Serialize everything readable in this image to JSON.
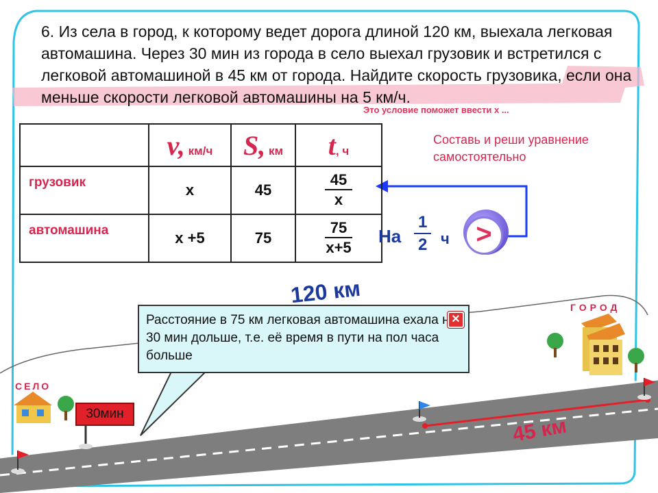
{
  "problem": {
    "number": "6.",
    "text_main": "Из села в город, к которому ведет дорога длиной 120 км, выехала легковая автомашина. Через 30 мин из города в село выехал грузовик и встретился с легковой автомашиной в 45 км от города. Найдите ",
    "text_highlight_1": "скорость",
    "text_highlight_2": "грузовика, если она меньше скорости легковой автомашины на 5 км/ч."
  },
  "hint_small": "Это условие поможет ввести  х ...",
  "instruction": "Составь и реши уравнение самостоятельно",
  "table": {
    "headers": [
      {
        "symbol": "v,",
        "unit": " км/ч"
      },
      {
        "symbol": "S,",
        "unit": " км"
      },
      {
        "symbol": "t",
        "unit": ", ч"
      }
    ],
    "rows": [
      {
        "label": "грузовик",
        "v": "х",
        "s": "45",
        "t_num": "45",
        "t_den": "х"
      },
      {
        "label": "автомашина",
        "v": "х +5",
        "s": "75",
        "t_num": "75",
        "t_den": "х+5"
      }
    ]
  },
  "comparison": {
    "prefix": "На",
    "frac_num": "1",
    "frac_den": "2",
    "suffix": "ч",
    "button_label": ">"
  },
  "road": {
    "total_distance": "120 км",
    "partial_distance": "45 км",
    "village_label": "СЕЛО",
    "city_label": "ГОРОД",
    "sign_label": "30мин"
  },
  "callout": {
    "text": "Расстояние в 75 км легковая автомашина ехала на 30 мин дольше, т.е. её время в пути на пол часа больше",
    "close_label": "✕"
  },
  "colors": {
    "accent_red": "#d4264f",
    "accent_blue": "#1b3a9c",
    "frame_cyan": "#2ec4e6",
    "callout_bg": "#d9f6f8"
  }
}
